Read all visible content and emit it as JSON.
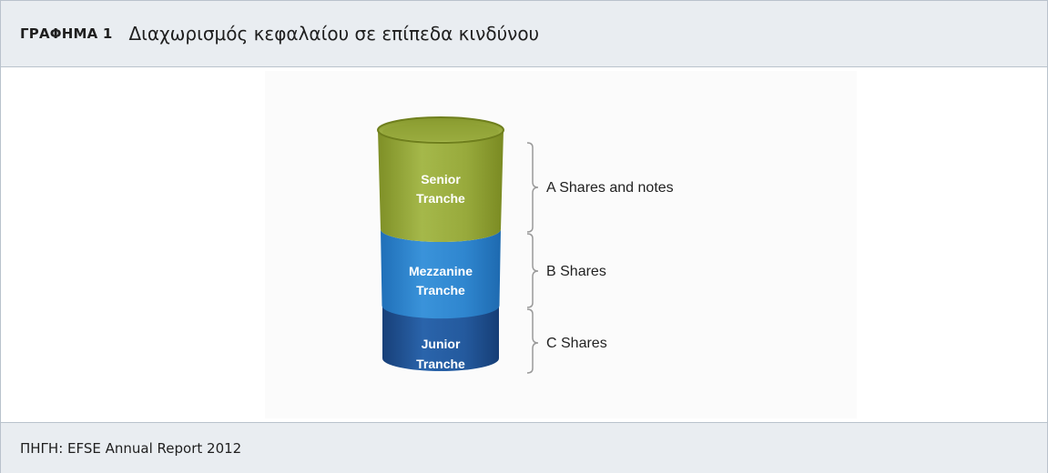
{
  "header": {
    "figure_label": "ΓΡΑΦΗΜΑ 1",
    "title": "Διαχωρισμός κεφαλαίου σε επίπεδα κινδύνου"
  },
  "diagram": {
    "tranches": [
      {
        "line1": "Senior",
        "line2": "Tranche",
        "color": "#97a83a"
      },
      {
        "line1": "Mezzanine",
        "line2": "Tranche",
        "color": "#2f85cc"
      },
      {
        "line1": "Junior",
        "line2": "Tranche",
        "color": "#245a9e"
      }
    ],
    "brackets": [
      {
        "label": "A Shares and notes"
      },
      {
        "label": "B Shares"
      },
      {
        "label": "C Shares"
      }
    ]
  },
  "footer": {
    "source": "ΠΗΓΗ: EFSE Annual Report 2012"
  }
}
